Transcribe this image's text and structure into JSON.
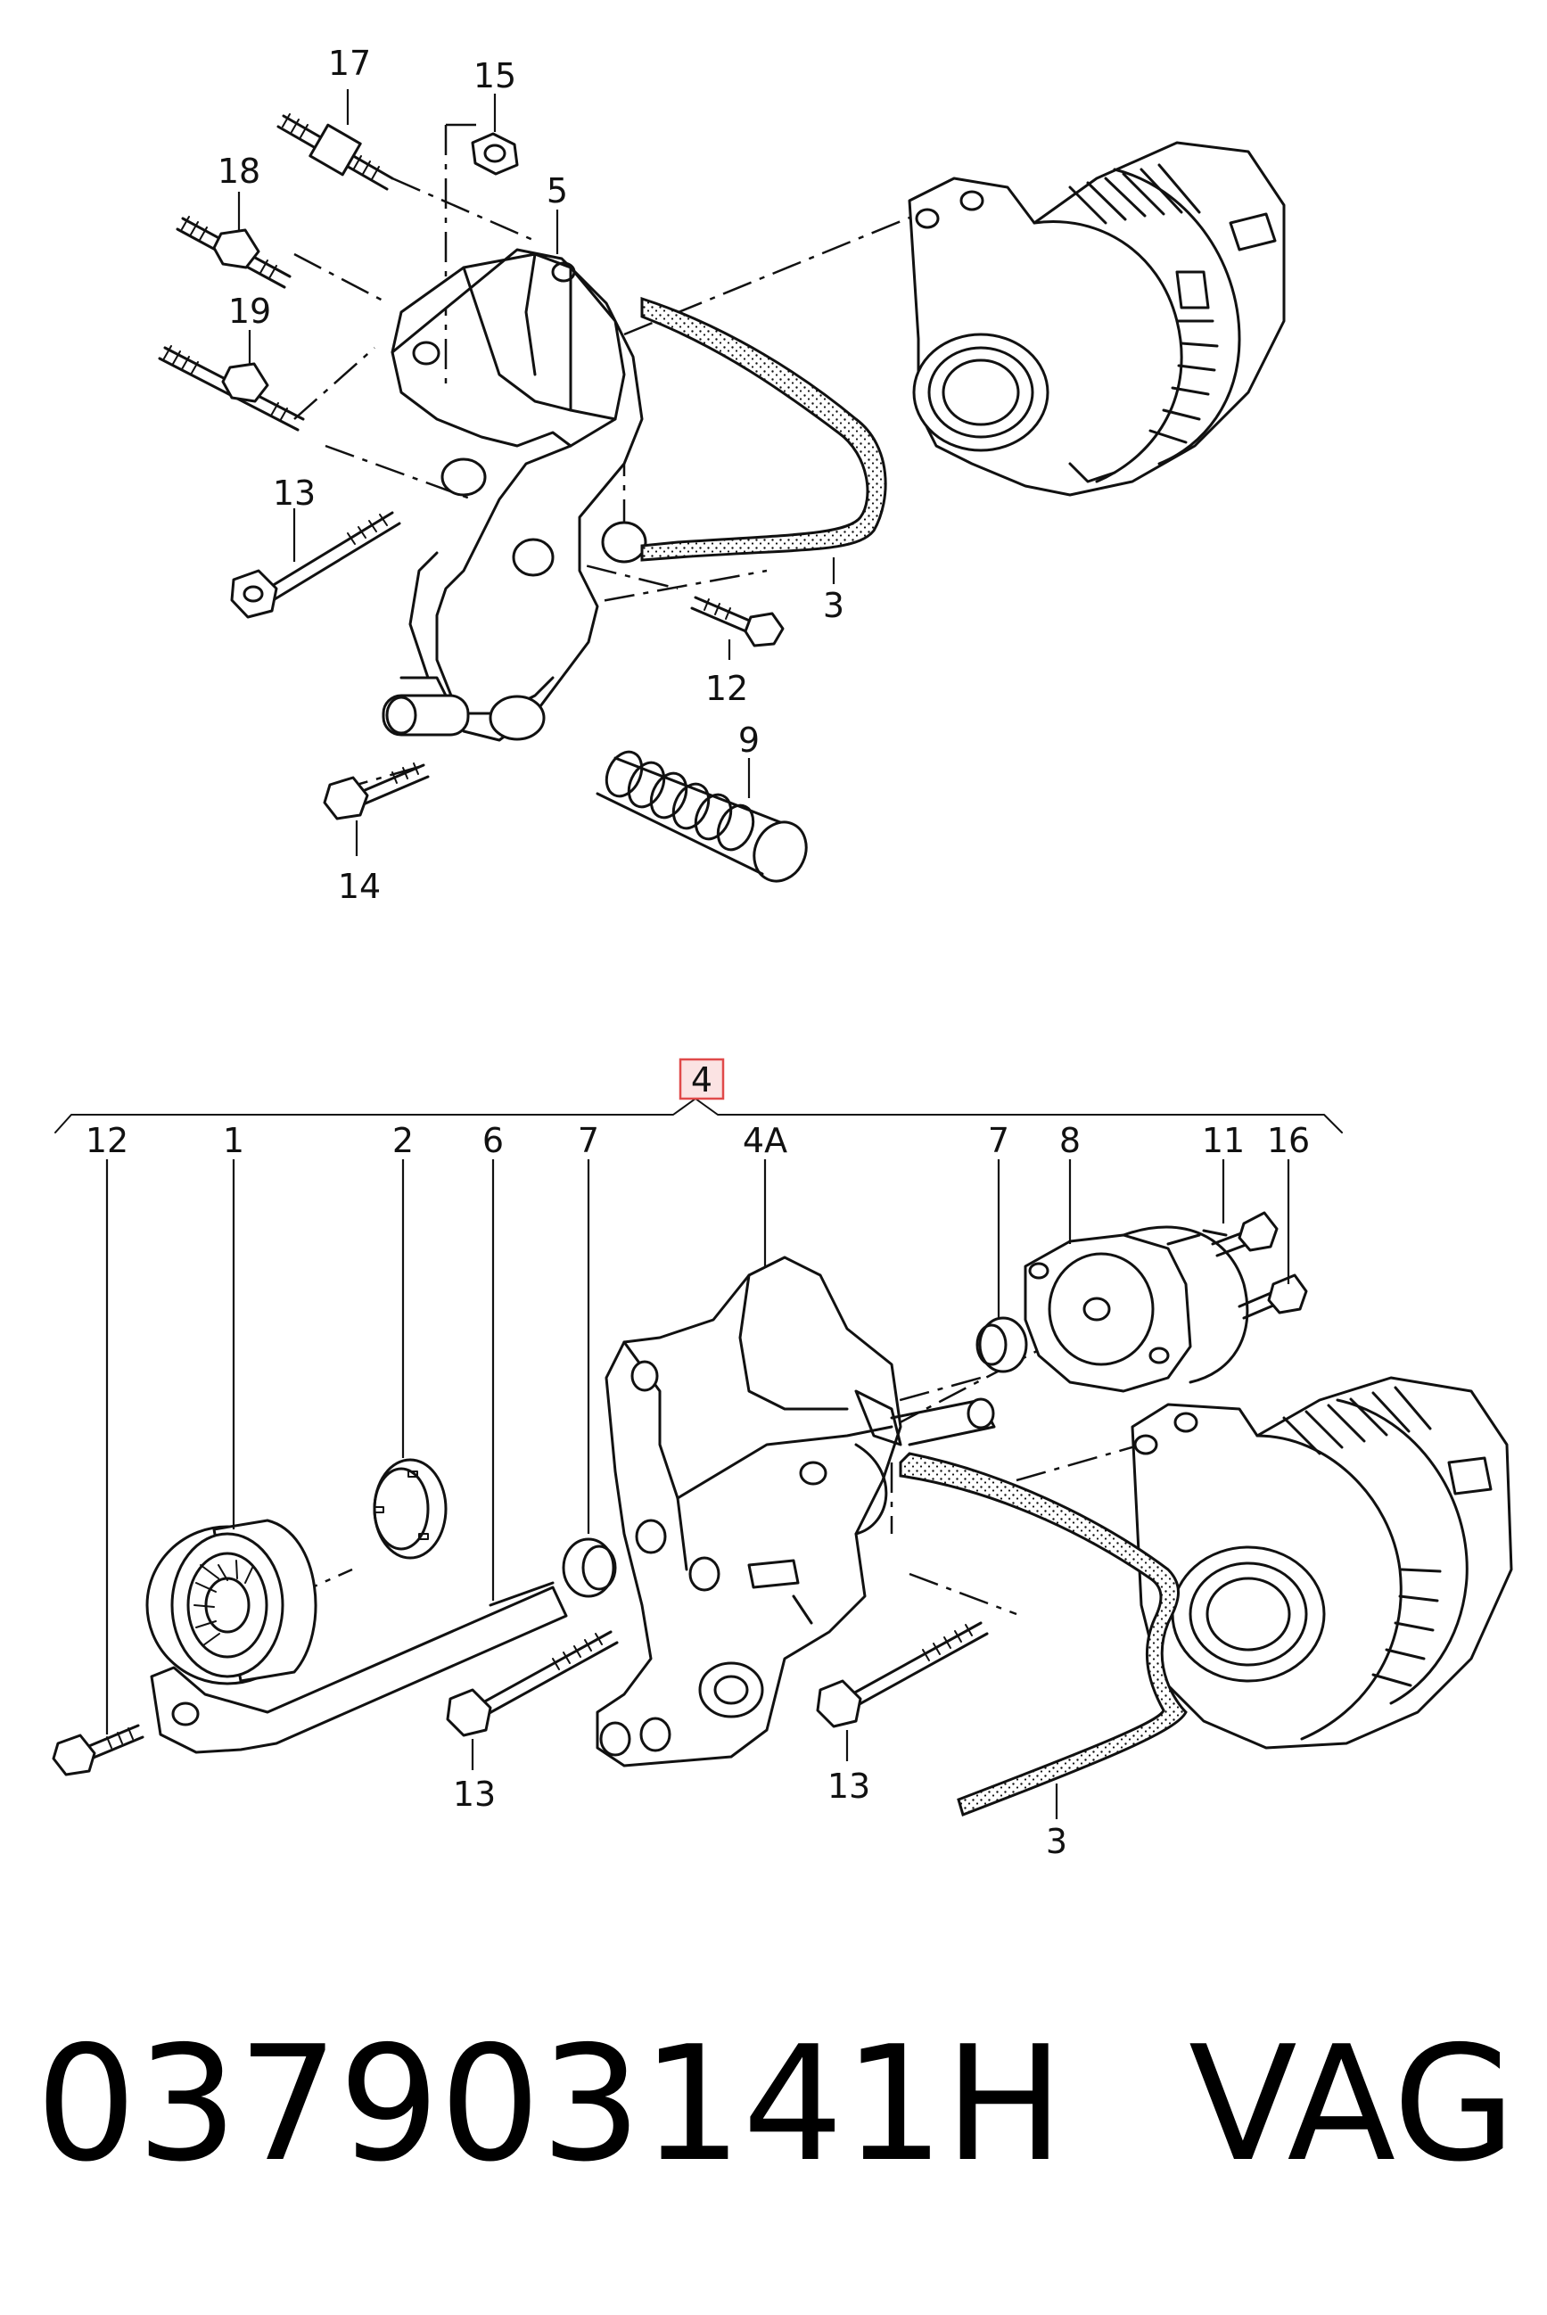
{
  "footer": {
    "part_number": "037903141H",
    "brand": "VAG"
  },
  "top_view": {
    "callouts": [
      "17",
      "15",
      "18",
      "5",
      "19",
      "13",
      "3",
      "12",
      "9",
      "14"
    ]
  },
  "bottom_view": {
    "assembly_label": "4",
    "callouts": [
      "12",
      "1",
      "2",
      "6",
      "7",
      "4A",
      "7",
      "8",
      "11",
      "16",
      "13",
      "13",
      "3"
    ]
  },
  "colors": {
    "ink": "#111111",
    "assembly_highlight_border": "#e04a4a",
    "assembly_highlight_fill": "#fbe3e3"
  }
}
